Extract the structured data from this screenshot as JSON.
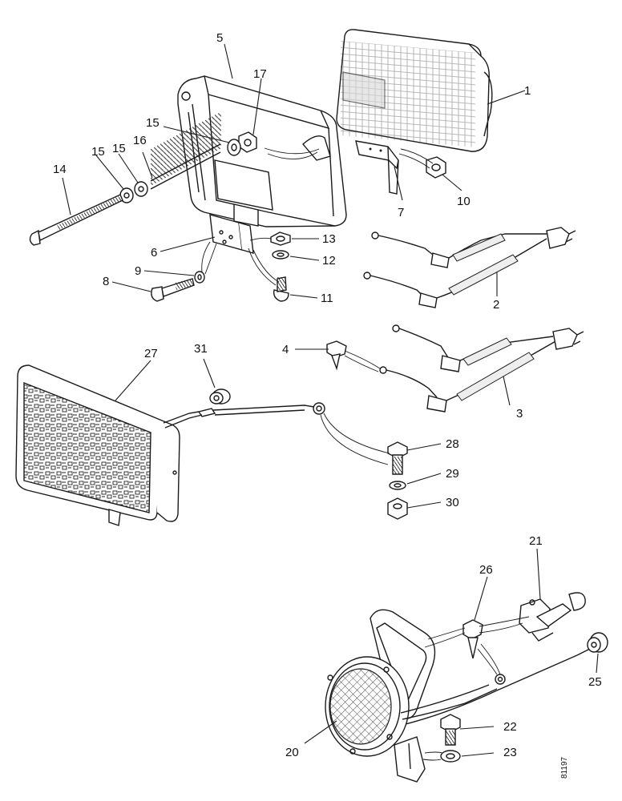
{
  "labels": {
    "l1": "1",
    "l2": "2",
    "l3": "3",
    "l4": "4",
    "l5": "5",
    "l6": "6",
    "l7": "7",
    "l8": "8",
    "l9": "9",
    "l10": "10",
    "l11": "11",
    "l12": "12",
    "l13": "13",
    "l14": "14",
    "l15a": "15",
    "l15b": "15",
    "l15c": "15",
    "l16": "16",
    "l17": "17",
    "l20": "20",
    "l21": "21",
    "l22": "22",
    "l23": "23",
    "l25": "25",
    "l26": "26",
    "l27": "27",
    "l28": "28",
    "l29": "29",
    "l30": "30",
    "l31": "31"
  },
  "figure_code": "81197"
}
